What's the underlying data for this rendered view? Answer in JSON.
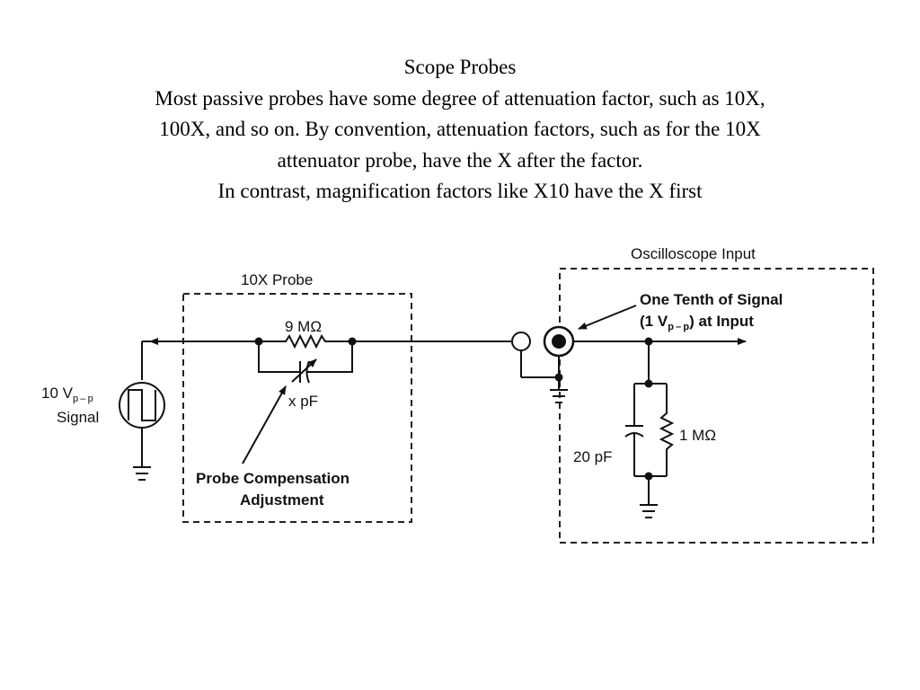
{
  "slide": {
    "title": "Scope Probes",
    "lines": [
      "Most passive probes have some degree of attenuation factor, such as 10X,",
      "100X, and so on. By convention, attenuation factors, such as for the 10X",
      "attenuator probe, have the X after the factor.",
      "In contrast, magnification factors like X10 have the X first"
    ]
  },
  "diagram": {
    "probe_box_label": "10X Probe",
    "scope_box_label": "Oscilloscope  Input",
    "source_label_prefix": "10 V",
    "source_label_subscript": "p – p",
    "source_label_line2": "Signal",
    "probe_resistor": "9 MΩ",
    "probe_capacitor": "x pF",
    "compensation_line1": "Probe  Compensation",
    "compensation_line2": "Adjustment",
    "input_note_line1": "One  Tenth of Signal",
    "input_note_line2_prefix": "(1 V",
    "input_note_line2_subscript": "p – p",
    "input_note_line2_suffix": ")  at Input",
    "scope_capacitor": "20 pF",
    "scope_resistor": "1 MΩ"
  }
}
